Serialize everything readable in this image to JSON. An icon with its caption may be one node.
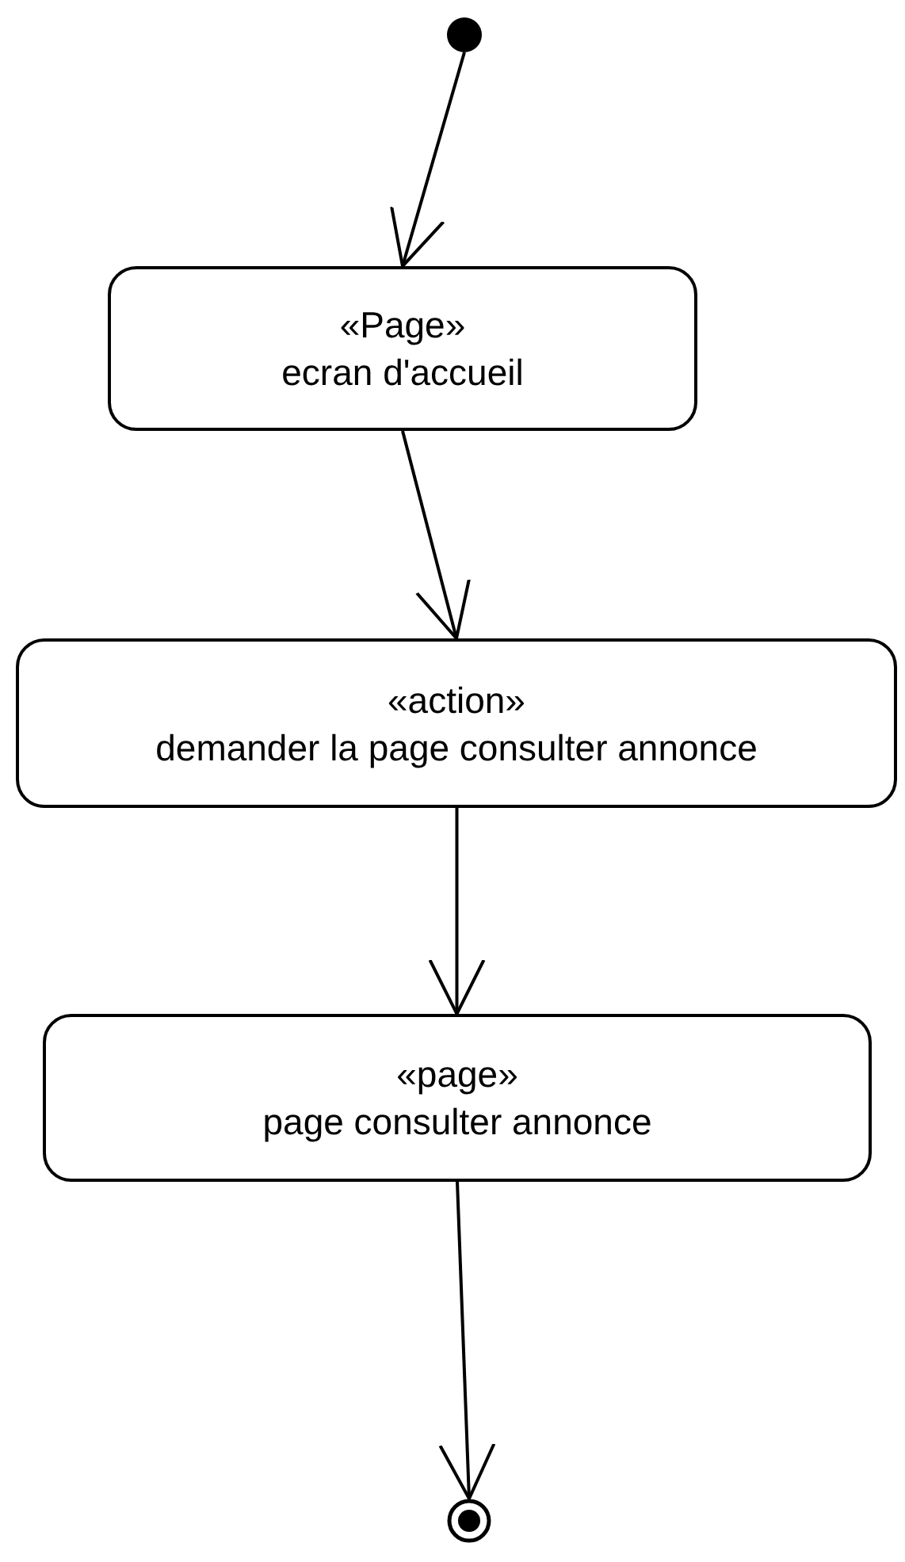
{
  "diagram": {
    "nodes": [
      {
        "text": [],
        "shape": "dot"
      },
      {
        "text": [
          "«Page»",
          "ecran d'accueil"
        ]
      },
      {
        "text": [
          "«action»",
          "demander la page consulter annonce"
        ]
      },
      {
        "text": [
          "«page»",
          "page consulter annonce"
        ]
      },
      {
        "text": [],
        "shape": "bullseye"
      }
    ],
    "edges": [
      {
        "from": 0,
        "to": 1,
        "arrow": "to"
      },
      {
        "from": 1,
        "to": 2,
        "arrow": "to"
      },
      {
        "from": 2,
        "to": 3,
        "arrow": "to"
      },
      {
        "from": 3,
        "to": 4,
        "arrow": "to"
      }
    ]
  }
}
